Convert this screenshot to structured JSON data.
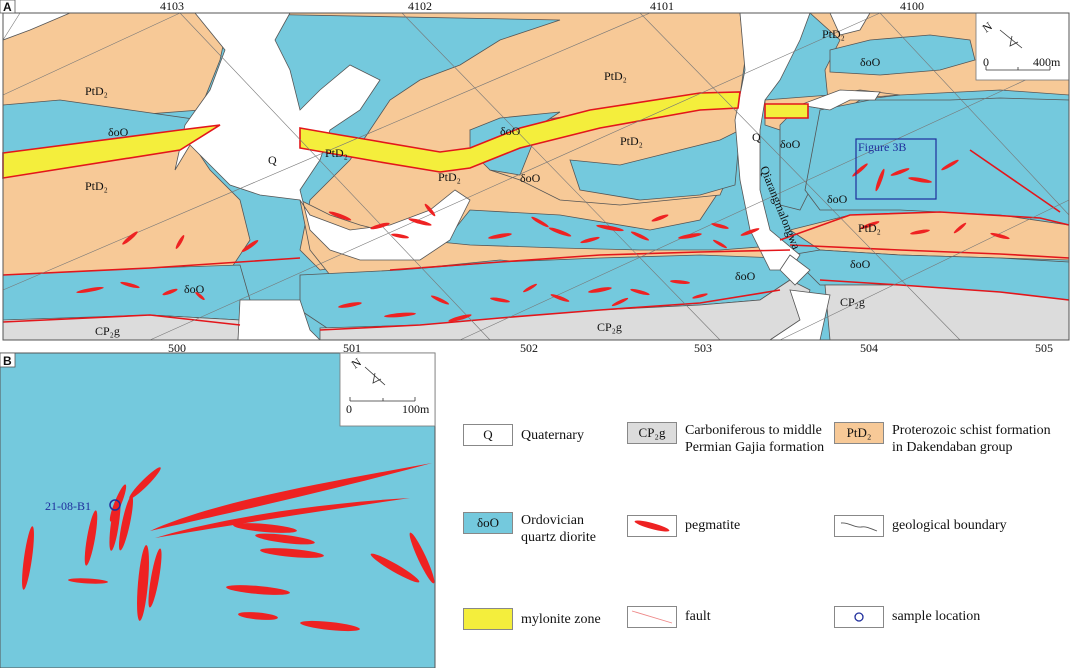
{
  "panel_a": {
    "label": "A",
    "top_ticks": [
      "4103",
      "4102",
      "4101",
      "4100"
    ],
    "bottom_ticks": [
      "500",
      "501",
      "502",
      "503",
      "504",
      "505"
    ],
    "scale": {
      "north": "N",
      "zero": "0",
      "distance": "400m"
    },
    "units": {
      "ptd2": "PtD₂",
      "dooo": "δoO",
      "q": "Q",
      "cp2g": "CP₂g"
    },
    "river_label": "Qiarangmalongwa",
    "inset_label": "Figure 3B"
  },
  "panel_b": {
    "label": "B",
    "scale": {
      "north": "N",
      "zero": "0",
      "distance": "100m"
    },
    "sample_label": "21-08-B1"
  },
  "legend": {
    "quaternary": {
      "symbol": "Q",
      "text": "Quaternary"
    },
    "carboniferous": {
      "symbol": "CP₂g",
      "text1": "Carboniferous to middle",
      "text2": "Permian Gajia formation"
    },
    "proterozoic": {
      "symbol": "PtD₂",
      "text1": "Proterozoic schist formation",
      "text2": "in Dakendaban group"
    },
    "ordovician": {
      "symbol": "δoO",
      "text1": "Ordovician",
      "text2": "quartz diorite"
    },
    "pegmatite": {
      "text": "pegmatite"
    },
    "boundary": {
      "text": "geological boundary"
    },
    "mylonite": {
      "text": "mylonite  zone"
    },
    "fault": {
      "text": "fault"
    },
    "sample": {
      "text": "sample location"
    }
  },
  "colors": {
    "diorite": "#74c9dd",
    "schist": "#f7c997",
    "quaternary": "#ffffff",
    "gajia": "#dcdcdc",
    "mylonite": "#f4ee3c",
    "pegmatite": "#ee2222"
  }
}
